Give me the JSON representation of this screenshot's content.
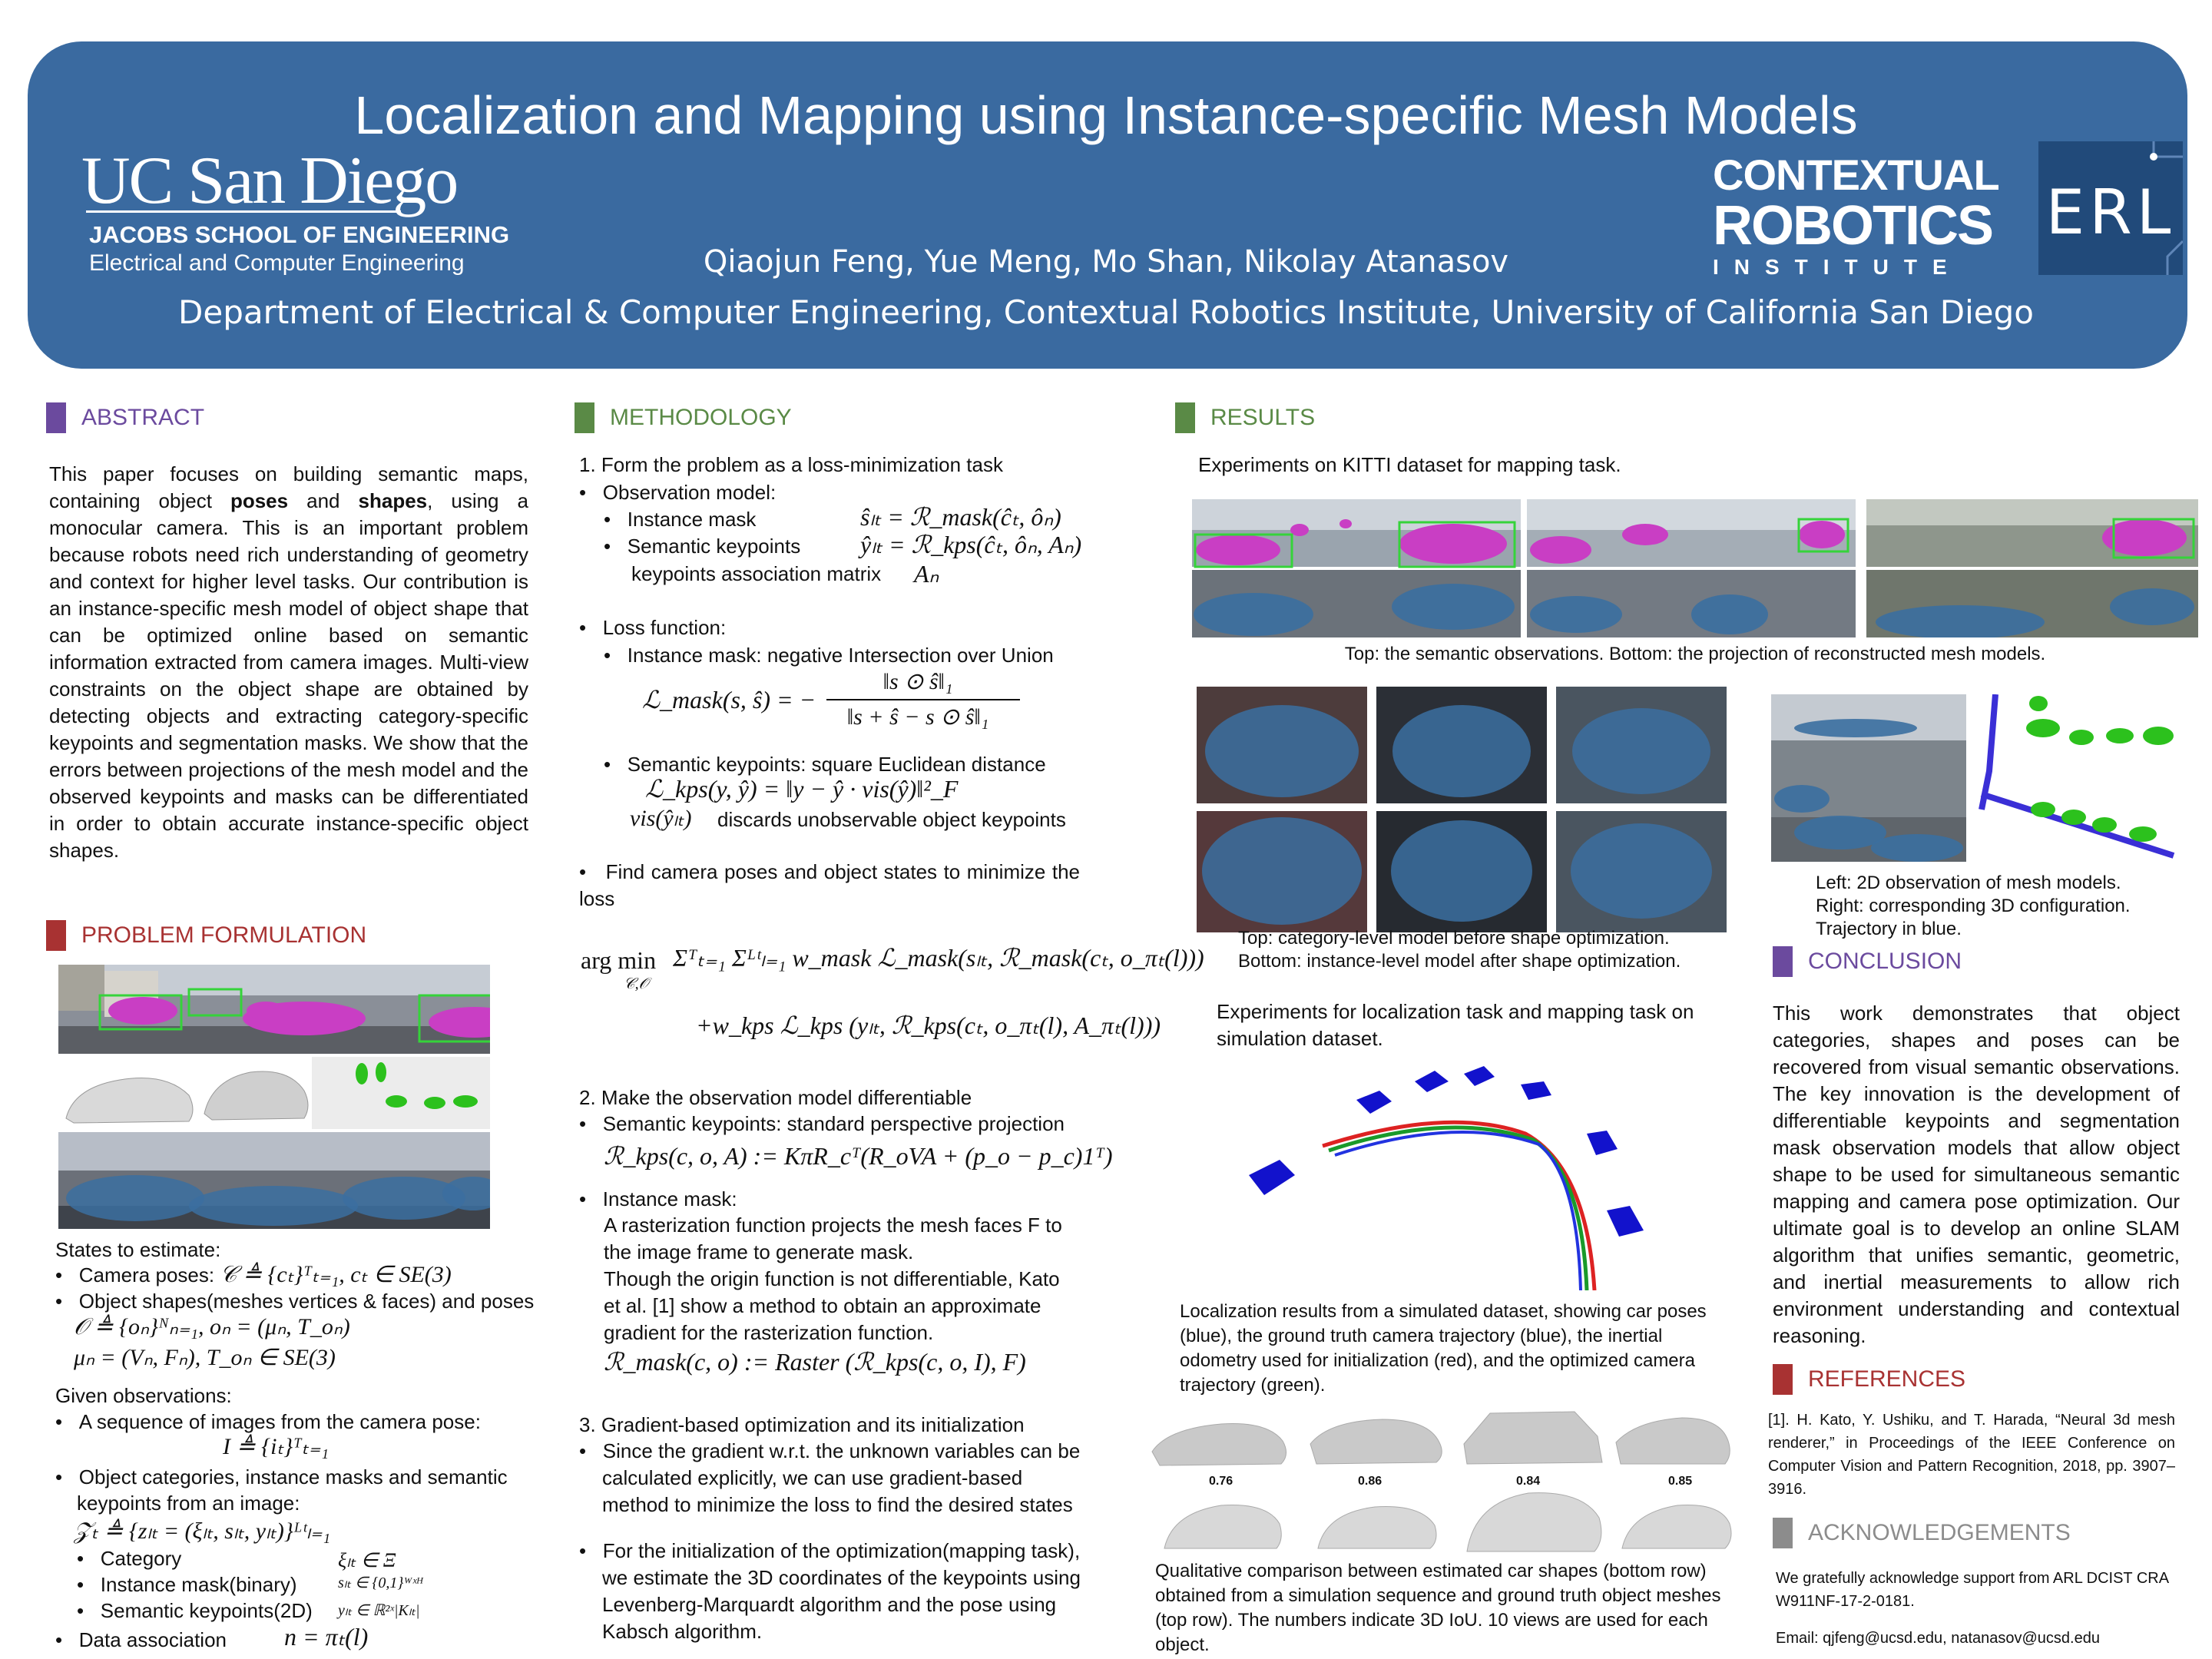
{
  "header": {
    "title": "Localization and Mapping using Instance-specific Mesh Models",
    "authors": "Qiaojun Feng, Yue Meng, Mo Shan, Nikolay Atanasov",
    "department": "Department of Electrical & Computer Engineering, Contextual Robotics Institute, University of California San Diego",
    "logo_ucsd": "UC San Diego",
    "logo_jacobs": "JACOBS SCHOOL OF ENGINEERING",
    "logo_ece": "Electrical and Computer Engineering",
    "logo_cri_1": "CONTEXTUAL",
    "logo_cri_2": "ROBOTICS",
    "logo_cri_3": "INSTITUTE",
    "logo_erl": "ERL"
  },
  "colors": {
    "banner": "#3a6aa0",
    "abstract": "#6b4a9e",
    "methodology": "#5a8a46",
    "problem": "#a83232",
    "conclusion": "#6b4a9e",
    "references": "#a83232",
    "acknowledgements": "#8c8c8c",
    "results": "#5a8a46"
  },
  "abstract": {
    "heading": "ABSTRACT",
    "p1": "This paper focuses on building semantic maps, containing object ",
    "b1": "poses",
    "p2": " and ",
    "b2": "shapes",
    "p3": ", using a monocular camera. This is an important problem because robots need rich understanding of geometry and context for higher level tasks. Our contribution is an instance-specific mesh model of object shape that can be optimized online based on semantic information extracted from camera images. Multi-view constraints on the object shape are obtained by detecting objects and extracting category-specific keypoints and segmentation masks. We show that the errors between projections of the mesh model and the observed keypoints and masks can be differentiated in order to obtain accurate instance-specific object shapes."
  },
  "problem": {
    "heading": "PROBLEM FORMULATION",
    "states": "States to estimate:",
    "camera_poses": "Camera poses:",
    "object_shapes": "Object shapes(meshes vertices & faces) and poses",
    "given": "Given observations:",
    "seq_images": "A sequence of images from the camera pose:",
    "obj_cats": "Object categories, instance masks and semantic",
    "obj_cats2": "keypoints from an image:",
    "category": "Category",
    "instance_mask": "Instance mask(binary)",
    "sem_kp2d": "Semantic keypoints(2D)",
    "data_assoc": "Data association",
    "eq_C": "𝒞 ≜ {cₜ}ᵀₜ₌₁, cₜ ∈ SE(3)",
    "eq_O": "𝒪 ≜ {oₙ}ᴺₙ₌₁, oₙ = (μₙ, T_oₙ)",
    "eq_mu": "μₙ = (Vₙ, Fₙ), T_oₙ ∈ SE(3)",
    "eq_I": "I ≜ {iₜ}ᵀₜ₌₁",
    "eq_Z": "𝒵ₜ ≜ {zₗₜ = (ξₗₜ, sₗₜ, yₗₜ)}ᴸᵗₗ₌₁",
    "eq_xi": "ξₗₜ ∈ Ξ",
    "eq_s": "sₗₜ ∈ {0,1}ᵂˣᴴ",
    "eq_y": "yₗₜ ∈ ℝ²ˣ|Kₗₜ|",
    "eq_n": "n = πₜ(l)"
  },
  "methodology": {
    "heading": "METHODOLOGY",
    "s1": "1. Form the problem as a loss-minimization task",
    "obs_model": "Observation model:",
    "inst_mask": "Instance mask",
    "sem_kp": "Semantic keypoints",
    "kp_assoc": "keypoints association matrix",
    "eq_shat": "ŝₗₜ = ℛ_mask(ĉₜ, ôₙ)",
    "eq_yhat": "ŷₗₜ = ℛ_kps(ĉₜ, ôₙ, Aₙ)",
    "eq_An": "Aₙ",
    "loss_fn": "Loss function:",
    "inst_mask_iou": "Instance mask: negative Intersection over Union",
    "eq_lmask_lhs": "ℒ_mask(s, ŝ) = −",
    "eq_lmask_num": "‖s ⊙ ŝ‖₁",
    "eq_lmask_den": "‖s + ŝ − s ⊙ ŝ‖₁",
    "sem_kp_sq": "Semantic keypoints: square Euclidean distance",
    "eq_lkps": "ℒ_kps(y, ŷ) = ‖y − ŷ · vis(ŷ)‖²_F",
    "eq_vis": "vis(ŷₗₜ)",
    "discards": "discards unobservable object keypoints",
    "find_cam": "Find camera poses and object states to minimize the loss",
    "eq_arg": "arg min",
    "eq_arg_sub": "𝒞,𝒪",
    "eq_sum1": "Σᵀₜ₌₁ Σᴸᵗₗ₌₁ w_mask ℒ_mask(sₗₜ, ℛ_mask(cₜ, o_πₜ(l)))",
    "eq_sum2": "+w_kps ℒ_kps (yₗₜ, ℛ_kps(cₜ, o_πₜ(l), A_πₜ(l)))",
    "s2": "2. Make the observation model differentiable",
    "sem_kp_persp": "Semantic keypoints: standard perspective projection",
    "eq_rkps": "ℛ_kps(c, o, A) := KπR_cᵀ(R_oVA + (p_o − p_c)1ᵀ)",
    "inst_mask2": "Instance mask:",
    "raster1": "A rasterization function projects the mesh faces F to the image frame to generate mask.",
    "raster2": "Though the origin function is not differentiable, Kato et al. [1] show a method to obtain an approximate gradient for the rasterization function.",
    "eq_rmask": "ℛ_mask(c, o) := Raster (ℛ_kps(c, o, I), F)",
    "s3": "3. Gradient-based optimization and its initialization",
    "grad1": "Since the gradient w.r.t. the unknown variables can be calculated explicitly, we can use gradient-based method to minimize the loss to find the desired states",
    "grad2": "For the initialization of the optimization(mapping task), we estimate the 3D coordinates of the keypoints using Levenberg-Marquardt algorithm and the pose using Kabsch algorithm."
  },
  "results": {
    "heading": "RESULTS",
    "kitti": "Experiments on KITTI dataset for mapping task.",
    "cap_top": "Top: the semantic observations. Bottom: the projection of reconstructed mesh models.",
    "cap_cat1": "Top: category-level model before shape optimization.",
    "cap_cat2": "Bottom: instance-level model after shape optimization.",
    "cap_2d1": "Left: 2D observation of mesh models.",
    "cap_2d2": "Right: corresponding 3D configuration.",
    "cap_2d3": "Trajectory in blue.",
    "sim": "Experiments for localization task and mapping task on simulation dataset.",
    "loc_cap": "Localization results from a simulated dataset, showing car poses (blue), the ground truth camera trajectory (blue), the inertial odometry used for initialization (red), and the optimized camera trajectory (green).",
    "iou": [
      "0.76",
      "0.86",
      "0.84",
      "0.85"
    ],
    "qual_cap": "Qualitative comparison between estimated car shapes (bottom row) obtained from a simulation sequence and ground truth object meshes (top row). The numbers indicate 3D IoU. 10 views are used for each object."
  },
  "conclusion": {
    "heading": "CONCLUSION",
    "text": "This work demonstrates that object categories, shapes and poses can be recovered from visual semantic observations. The key innovation is the development of differentiable keypoints and segmentation mask observation models that allow object shape to be used for simultaneous semantic mapping and camera pose optimization. Our ultimate goal is to develop an online SLAM algorithm that unifies semantic, geometric, and inertial measurements to allow rich environment understanding and contextual reasoning."
  },
  "references": {
    "heading": "REFERENCES",
    "r1": "[1]. H. Kato, Y. Ushiku, and T. Harada, “Neural 3d mesh renderer,” in Proceedings of the IEEE Conference on Computer Vision and Pattern Recognition, 2018, pp. 3907–3916."
  },
  "acknowledgements": {
    "heading": "ACKNOWLEDGEMENTS",
    "text": "We gratefully acknowledge support from ARL DCIST CRA W911NF-17-2-0181.",
    "email": "Email: qjfeng@ucsd.edu, natanasov@ucsd.edu"
  }
}
